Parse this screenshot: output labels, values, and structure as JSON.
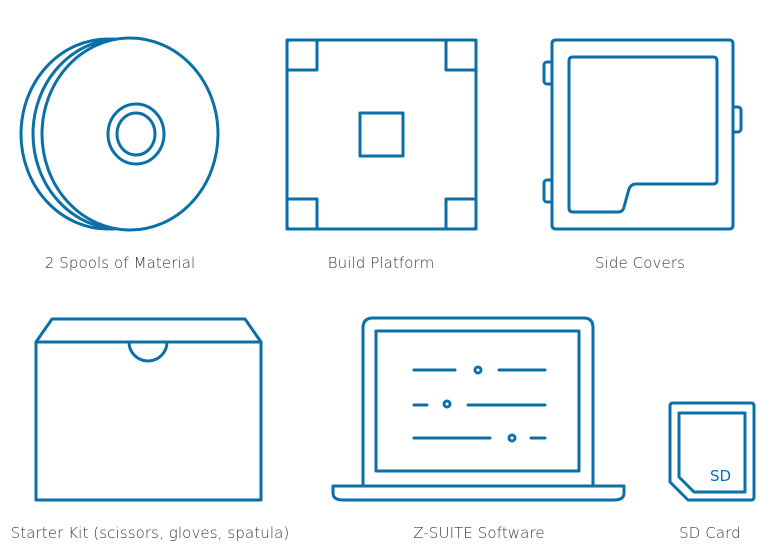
{
  "accent_color": "#0b6fa8",
  "items": [
    {
      "caption": "2 Spools of Material",
      "icon": "spool-icon"
    },
    {
      "caption": "Build Platform",
      "icon": "build-platform-icon"
    },
    {
      "caption": "Side Covers",
      "icon": "side-covers-icon"
    },
    {
      "caption": "Starter Kit (scissors, gloves, spatula)",
      "icon": "box-icon"
    },
    {
      "caption": "Z-SUITE Software",
      "icon": "laptop-icon"
    },
    {
      "caption": "SD Card",
      "icon": "sd-card-icon",
      "card_label": "SD"
    }
  ]
}
